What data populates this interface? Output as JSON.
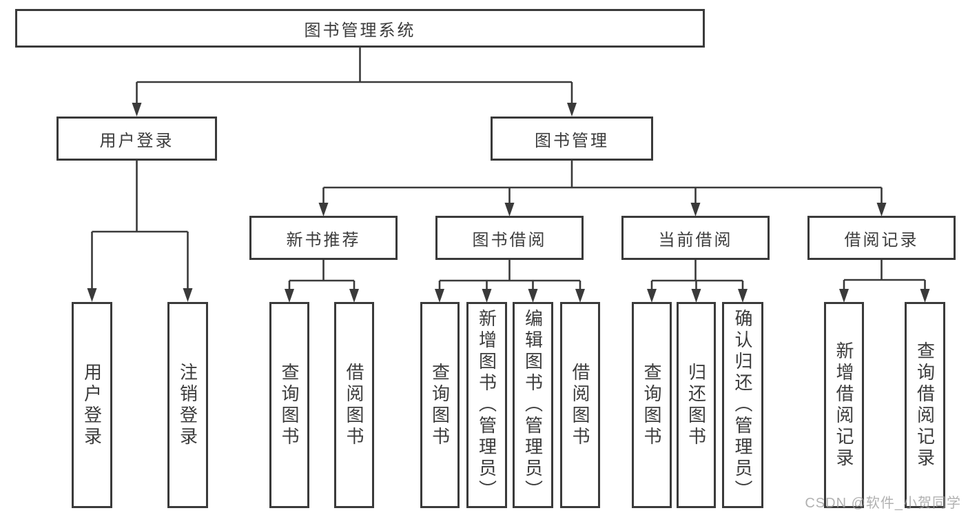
{
  "diagram": {
    "title": "图书管理系统",
    "tree": {
      "label": "图书管理系统",
      "children": [
        {
          "label": "用户登录",
          "children": [
            {
              "label": "用户登录"
            },
            {
              "label": "注销登录"
            }
          ]
        },
        {
          "label": "图书管理",
          "children": [
            {
              "label": "新书推荐",
              "children": [
                {
                  "label": "查询图书"
                },
                {
                  "label": "借阅图书"
                }
              ]
            },
            {
              "label": "图书借阅",
              "children": [
                {
                  "label": "查询图书"
                },
                {
                  "label": "新增图书（管理员）"
                },
                {
                  "label": "编辑图书（管理员）"
                },
                {
                  "label": "借阅图书"
                }
              ]
            },
            {
              "label": "当前借阅",
              "children": [
                {
                  "label": "查询图书"
                },
                {
                  "label": "归还图书"
                },
                {
                  "label": "确认归还（管理员）"
                }
              ]
            },
            {
              "label": "借阅记录",
              "children": [
                {
                  "label": "新增借阅记录"
                },
                {
                  "label": "查询借阅记录"
                }
              ]
            }
          ]
        }
      ]
    },
    "line_color": "#3a3a3a",
    "watermark": "CSDN @软件_小贺同学"
  }
}
